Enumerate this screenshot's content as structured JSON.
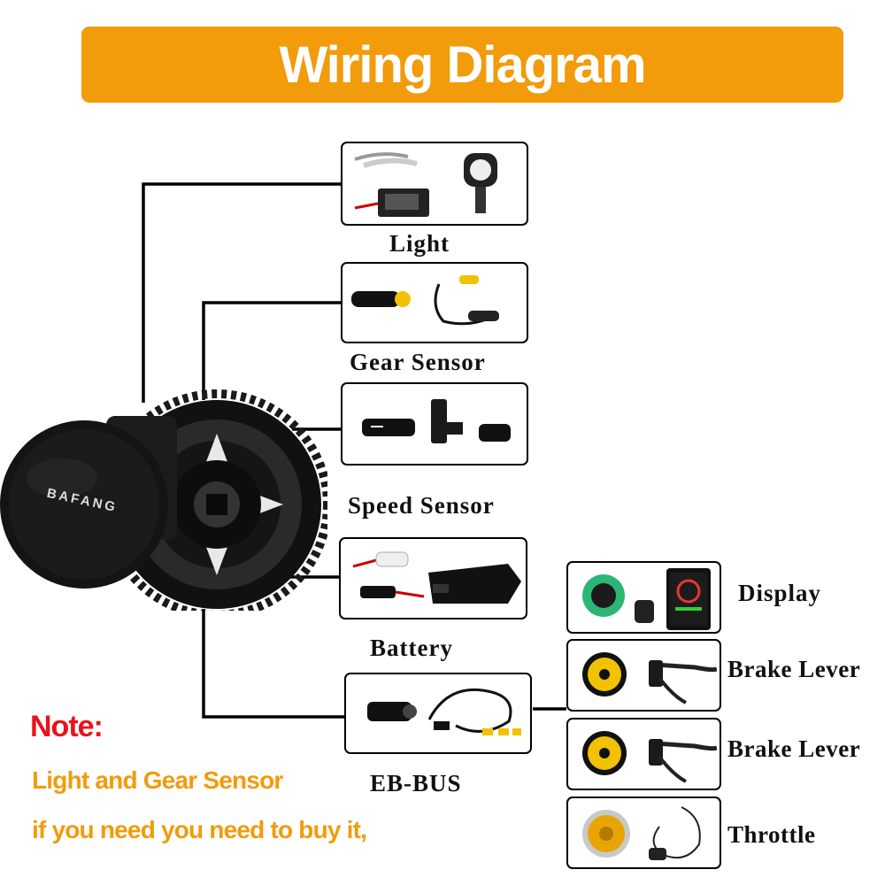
{
  "banner": {
    "title": "Wiring Diagram",
    "color": "#F29B0B"
  },
  "motor": {
    "brand": "BAFANG"
  },
  "components": {
    "light": "Light",
    "gear_sensor": "Gear Sensor",
    "speed_sensor": "Speed Sensor",
    "battery": "Battery",
    "eb_bus": "EB-BUS",
    "display": "Display",
    "brake_lever_1": "Brake Lever",
    "brake_lever_2": "Brake Lever",
    "throttle": "Throttle"
  },
  "note": {
    "title": "Note:",
    "line1": "Light and Gear Sensor",
    "line2": "if you need you need to buy it,",
    "title_color": "#E8141B",
    "text_color": "#F29B0B"
  }
}
